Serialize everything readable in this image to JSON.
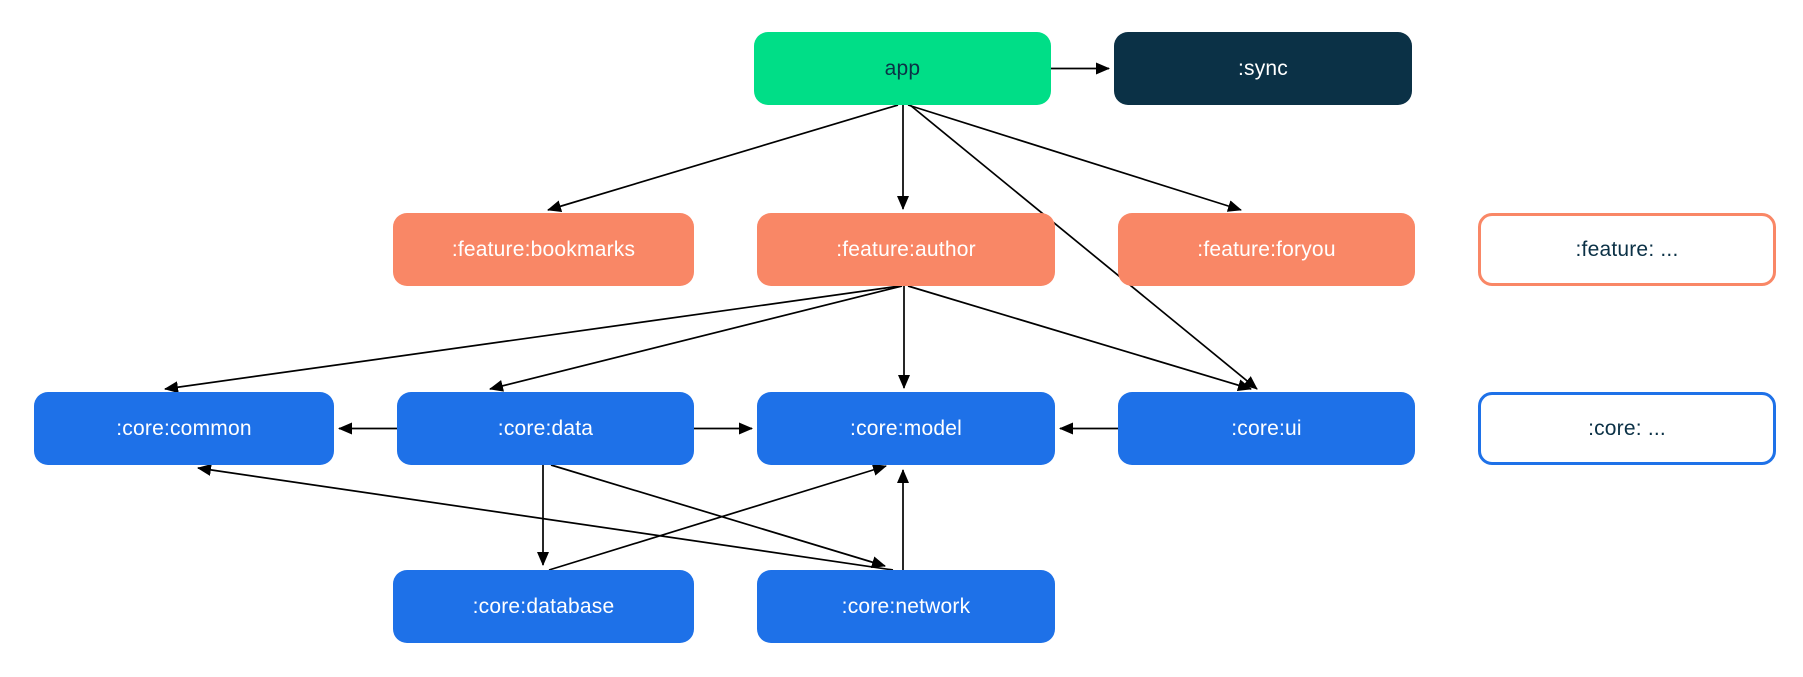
{
  "diagram": {
    "type": "dependency-graph",
    "nodes": [
      {
        "id": "app",
        "label": "app",
        "style": "app"
      },
      {
        "id": "sync",
        "label": ":sync",
        "style": "dark"
      },
      {
        "id": "feature-bookmarks",
        "label": ":feature:bookmarks",
        "style": "feature"
      },
      {
        "id": "feature-author",
        "label": ":feature:author",
        "style": "feature"
      },
      {
        "id": "feature-foryou",
        "label": ":feature:foryou",
        "style": "feature"
      },
      {
        "id": "feature-legend",
        "label": ":feature: ...",
        "style": "feature-outline"
      },
      {
        "id": "core-common",
        "label": ":core:common",
        "style": "core"
      },
      {
        "id": "core-data",
        "label": ":core:data",
        "style": "core"
      },
      {
        "id": "core-model",
        "label": ":core:model",
        "style": "core"
      },
      {
        "id": "core-ui",
        "label": ":core:ui",
        "style": "core"
      },
      {
        "id": "core-legend",
        "label": ":core: ...",
        "style": "core-outline"
      },
      {
        "id": "core-database",
        "label": ":core:database",
        "style": "core"
      },
      {
        "id": "core-network",
        "label": ":core:network",
        "style": "core"
      }
    ],
    "edges": [
      {
        "from": "app",
        "to": "sync"
      },
      {
        "from": "app",
        "to": "feature-bookmarks"
      },
      {
        "from": "app",
        "to": "feature-author"
      },
      {
        "from": "app",
        "to": "feature-foryou"
      },
      {
        "from": "app",
        "to": "core-ui"
      },
      {
        "from": "feature-author",
        "to": "core-common"
      },
      {
        "from": "feature-author",
        "to": "core-data"
      },
      {
        "from": "feature-author",
        "to": "core-model"
      },
      {
        "from": "feature-author",
        "to": "core-ui"
      },
      {
        "from": "core-data",
        "to": "core-common"
      },
      {
        "from": "core-data",
        "to": "core-model"
      },
      {
        "from": "core-ui",
        "to": "core-model"
      },
      {
        "from": "core-data",
        "to": "core-database"
      },
      {
        "from": "core-data",
        "to": "core-network"
      },
      {
        "from": "core-database",
        "to": "core-model"
      },
      {
        "from": "core-network",
        "to": "core-model"
      },
      {
        "from": "core-network",
        "to": "core-common"
      }
    ]
  },
  "colors": {
    "green": "#00DE87",
    "navy": "#0B3146",
    "orange": "#F98766",
    "blue": "#1E71E8",
    "arrow": "#000000",
    "white_text": "#FFFFFF"
  }
}
